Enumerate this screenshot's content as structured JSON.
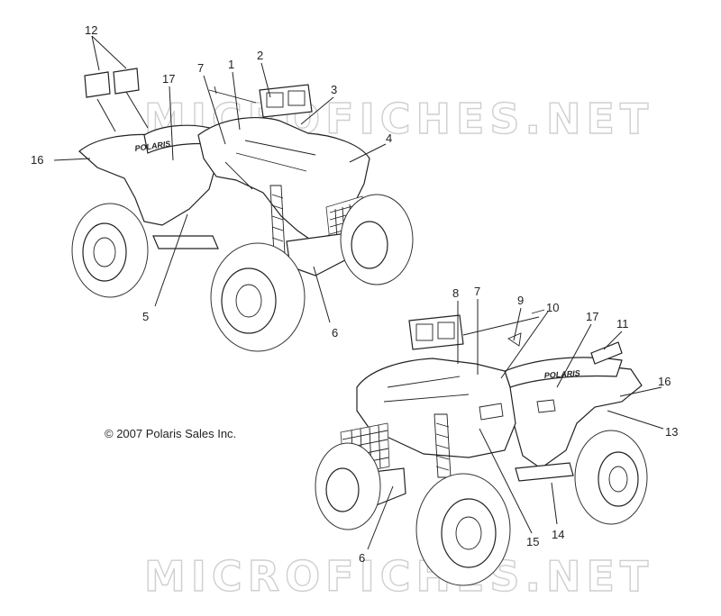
{
  "watermark": {
    "top_text": "MICROFICHES.NET",
    "bottom_text": "MICROFICHES.NET"
  },
  "copyright": "© 2007 Polaris Sales Inc.",
  "brand_decal": "POLARIS",
  "top_view_callouts": [
    "12",
    "17",
    "7",
    "1",
    "2",
    "3",
    "4",
    "16",
    "5",
    "6"
  ],
  "bottom_view_callouts": [
    "8",
    "7",
    "9",
    "10",
    "17",
    "11",
    "16",
    "13",
    "15",
    "14",
    "6"
  ]
}
